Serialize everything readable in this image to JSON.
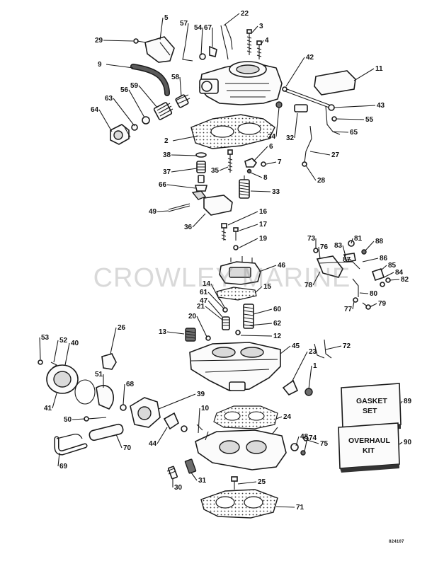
{
  "watermark": "CROWLEY MARINE",
  "doc_code": "824107",
  "kits": {
    "gasket_set": {
      "line1": "GASKET",
      "line2": "SET",
      "ref": "89"
    },
    "overhaul_kit": {
      "line1": "OVERHAUL",
      "line2": "KIT",
      "ref": "90"
    }
  },
  "callouts": [
    "1",
    "2",
    "3",
    "4",
    "5",
    "6",
    "7",
    "8",
    "9",
    "10",
    "11",
    "12",
    "13",
    "14",
    "15",
    "16",
    "17",
    "19",
    "20",
    "21",
    "22",
    "23",
    "24",
    "25",
    "26",
    "27",
    "28",
    "29",
    "30",
    "31",
    "32",
    "33",
    "34",
    "35",
    "36",
    "37",
    "38",
    "39",
    "40",
    "41",
    "42",
    "43",
    "44",
    "45",
    "46",
    "47",
    "48",
    "49",
    "50",
    "51",
    "52",
    "53",
    "54",
    "55",
    "56",
    "57",
    "58",
    "59",
    "60",
    "61",
    "62",
    "63",
    "64",
    "65",
    "66",
    "67",
    "68",
    "69",
    "70",
    "71",
    "72",
    "73",
    "74",
    "75",
    "76",
    "77",
    "78",
    "79",
    "80",
    "81",
    "82",
    "83",
    "84",
    "85",
    "86",
    "87",
    "88",
    "89",
    "90"
  ]
}
